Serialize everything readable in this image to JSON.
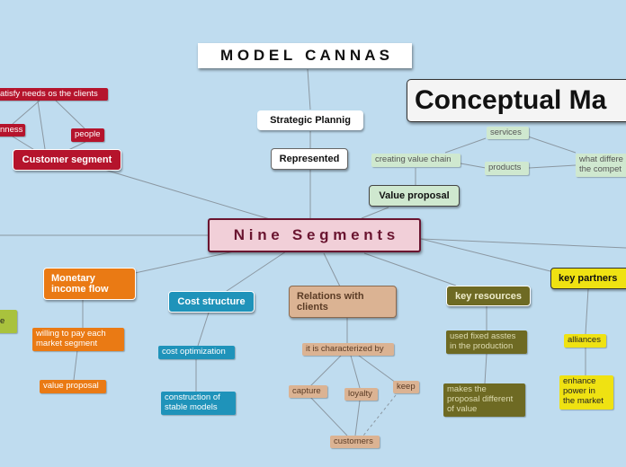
{
  "nodes": {
    "title": "M O D E L   C A N N A S",
    "conceptual": "Conceptual Ma",
    "strategic": "Strategic Plannig",
    "represented": "Represented",
    "center": "N i n e   S e g m e n t s",
    "customer_segment": "Customer segment",
    "satisfy_needs": "atisfy needs os the clients",
    "business": "nness",
    "people": "people",
    "value_proposal": "Value proposal",
    "creating_value_chain": "creating value chain",
    "services": "services",
    "products": "products",
    "what_differs": [
      "what differe",
      "the compet"
    ],
    "monetary": [
      "Monetary",
      "income flow"
    ],
    "willing_to_pay": [
      "willing to pay each",
      "market segment"
    ],
    "value_proposal_small": "value proposal",
    "left_edge": "e",
    "cost_structure": "Cost structure",
    "cost_optimization": "cost optimization",
    "construction": [
      "construction of",
      "stable models"
    ],
    "relations": [
      "Relations with",
      "clients"
    ],
    "characterized": "it is characterized by",
    "capture": "capture",
    "loyalty": "loyalty",
    "keep": "keep",
    "customers": "customers",
    "key_resources": "key resources",
    "used_fixed": [
      "used fixed asstes",
      "in the production"
    ],
    "makes_the": [
      "makes the",
      "proposal different",
      "of value"
    ],
    "key_partners": "key partners",
    "alliances": "alliances",
    "enhance": [
      "enhance",
      "power in",
      "the market"
    ]
  },
  "colors": {
    "background": "#bfdcef",
    "customer_red": "#b5142c",
    "orange": "#ea7a14",
    "teal": "#1f93ba",
    "tan": "#dbb393",
    "olive": "#6e6a23",
    "yellow": "#efe212",
    "green_light": "#cfe8cf",
    "center_pink": "#f1cfd8"
  }
}
